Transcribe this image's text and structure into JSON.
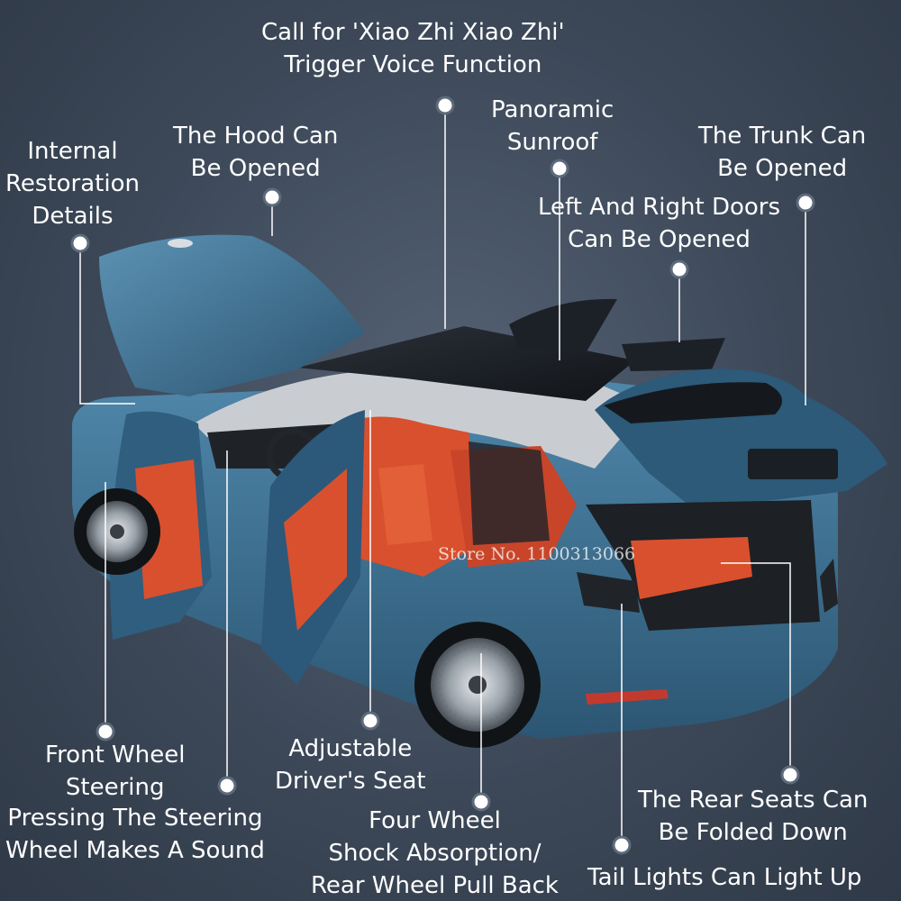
{
  "callouts": {
    "voice": [
      "Call for 'Xiao Zhi Xiao Zhi'",
      "Trigger Voice Function"
    ],
    "sunroof": [
      "Panoramic",
      "Sunroof"
    ],
    "trunk": [
      "The Trunk Can",
      "Be Opened"
    ],
    "hood": [
      "The Hood Can",
      "Be Opened"
    ],
    "interior": [
      "Internal",
      "Restoration",
      "Details"
    ],
    "doors": [
      "Left And Right Doors",
      "Can Be Opened"
    ],
    "front_wheel": [
      "Front Wheel",
      "Steering"
    ],
    "steering_sound": [
      "Pressing The Steering",
      "Wheel Makes A Sound"
    ],
    "seat": [
      "Adjustable",
      "Driver's Seat"
    ],
    "shock": [
      "Four Wheel",
      "Shock Absorption/",
      "Rear Wheel Pull Back"
    ],
    "rear_seats": [
      "The Rear Seats Can",
      "Be Folded Down"
    ],
    "tail_lights": [
      "Tail Lights Can Light Up"
    ]
  },
  "watermark": "Store No. 1100313066",
  "colors": {
    "background": "#3c4858",
    "body": "#3f7294",
    "interior": "#d9502e",
    "roof": "#c9cdd2",
    "text": "#ffffff"
  }
}
